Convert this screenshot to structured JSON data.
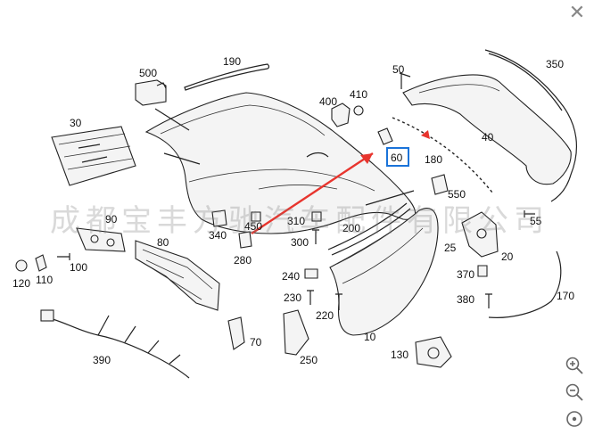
{
  "watermark": "成都宝丰方驰汽车配件有限公司",
  "highlighted_part": "60",
  "close_icon": "close-icon",
  "zoom_controls": {
    "zoom_in_icon": "zoom-in-icon",
    "zoom_out_icon": "zoom-out-icon",
    "reset_icon": "reset-view-icon"
  },
  "colors": {
    "arrow": "#e8352e",
    "highlight": "#1a73d9"
  },
  "parts": {
    "p10": "10",
    "p20": "20",
    "p25": "25",
    "p30": "30",
    "p40": "40",
    "p50": "50",
    "p55": "55",
    "p60": "60",
    "p70": "70",
    "p80": "80",
    "p90": "90",
    "p100": "100",
    "p110": "110",
    "p120": "120",
    "p130": "130",
    "p170": "170",
    "p180": "180",
    "p190": "190",
    "p200": "200",
    "p220": "220",
    "p230": "230",
    "p240": "240",
    "p250": "250",
    "p280": "280",
    "p300": "300",
    "p310": "310",
    "p340": "340",
    "p350": "350",
    "p370": "370",
    "p380": "380",
    "p390": "390",
    "p400": "400",
    "p410": "410",
    "p450": "450",
    "p500": "500",
    "p550": "550"
  }
}
